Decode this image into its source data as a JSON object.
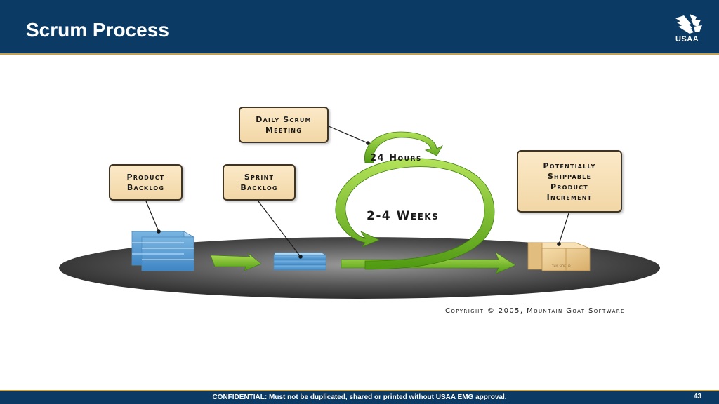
{
  "header": {
    "title": "Scrum Process",
    "logo_text": "USAA"
  },
  "diagram": {
    "labels": {
      "daily_scrum": "Daily Scrum\nMeeting",
      "product_backlog": "Product\nBacklog",
      "sprint_backlog": "Sprint\nBacklog",
      "shippable": "Potentially\nShippable\nProduct\nIncrement"
    },
    "cycle": {
      "hours": "24 Hours",
      "weeks": "2-4 Weeks"
    },
    "copyright": "Copyright © 2005, Mountain Goat Software",
    "box_stamp": "THIS SIDE UP",
    "colors": {
      "arrow_green": "#7cc520",
      "backlog_blue": "#7fb8e0",
      "box_tan": "#efcf95",
      "platform_dark": "#3a3a3a"
    }
  },
  "footer": {
    "confidential": "CONFIDENTIAL: Must not be duplicated, shared or printed without USAA EMG approval.",
    "page_number": "43"
  }
}
